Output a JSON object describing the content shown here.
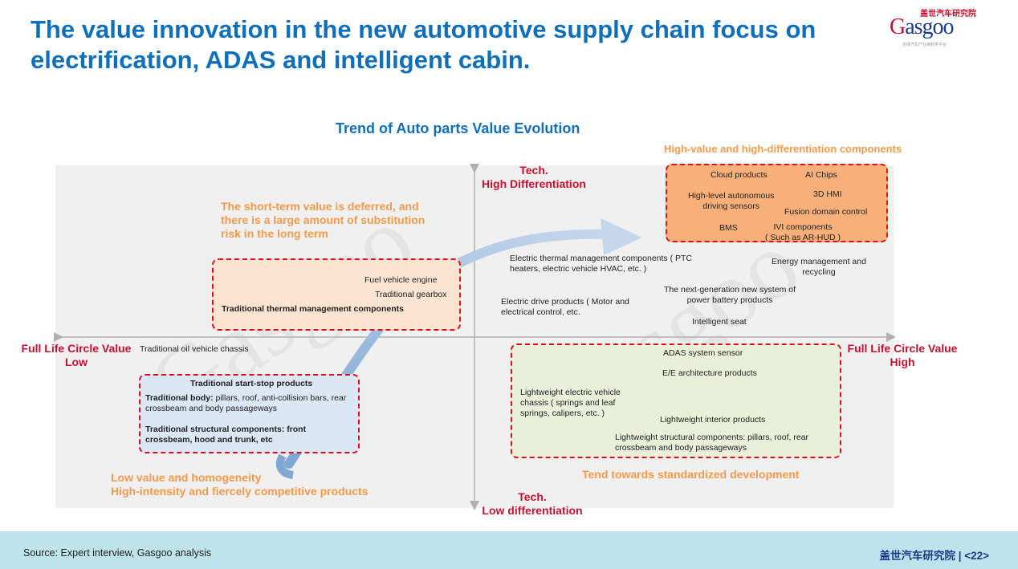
{
  "title": "The value innovation in the new automotive supply chain focus on electrification, ADAS and intelligent cabin.",
  "logo": {
    "cn": "盖世汽车研究院",
    "en_prefix": "G",
    "en_rest": "asgoo",
    "tagline": "全球汽车产业链服务平台"
  },
  "diagram": {
    "title": "Trend of Auto parts Value Evolution",
    "axes": {
      "y_top_line1": "Tech.",
      "y_top_line2": "High Differentiation",
      "y_bottom_line1": "Tech.",
      "y_bottom_line2": "Low differentiation",
      "x_left_line1": "Full Life Circle Value",
      "x_left_line2": "Low",
      "x_right_line1": "Full Life Circle Value",
      "x_right_line2": "High"
    },
    "quadrant_labels": {
      "top_right": "High-value and high-differentiation components",
      "top_left_line1": "The short-term value is deferred, and",
      "top_left_line2": "there is a large amount of substitution",
      "top_left_line3": "risk in the long term",
      "bottom_left_line1": "Low value and homogeneity",
      "bottom_left_line2": "High-intensity and fiercely competitive products",
      "bottom_right": "Tend towards standardized development"
    },
    "top_right_box": {
      "cloud": "Cloud products",
      "ai": "AI Chips",
      "autonomous_line1": "High-level autonomous",
      "autonomous_line2": "driving sensors",
      "hmi": "3D HMI",
      "fusion": "Fusion domain control",
      "bms": "BMS",
      "ivi_line1": "IVI components",
      "ivi_line2": "( Such as AR-HUD )"
    },
    "top_right_free": {
      "thermal_line1": "Electric thermal management components ( PTC",
      "thermal_line2": "heaters, electric vehicle HVAC, etc. )",
      "energy_line1": "Energy management and",
      "energy_line2": "recycling",
      "battery_line1": "The next-generation new system of",
      "battery_line2": "power battery products",
      "drive_line1": "Electric drive products ( Motor and",
      "drive_line2": "electrical control, etc.",
      "seat": "Intelligent seat"
    },
    "top_left_box": {
      "engine": "Fuel vehicle engine",
      "gearbox": "Traditional gearbox",
      "thermal": "Traditional thermal management components"
    },
    "left_free": {
      "chassis": "Traditional oil vehicle chassis"
    },
    "bottom_left_box": {
      "startstop": "Traditional start-stop products",
      "body_bold": "Traditional body:",
      "body_rest": " pillars, roof, anti-collision bars, rear",
      "body_line2": "crossbeam and body passageways",
      "struct_line1": "Traditional structural components: front",
      "struct_line2": "crossbeam, hood and trunk, etc"
    },
    "bottom_right_box": {
      "adas": "ADAS system sensor",
      "ee": "E/E architecture products",
      "lw_chassis_line1": "Lightweight electric vehicle",
      "lw_chassis_line2": "chassis ( springs and leaf",
      "lw_chassis_line3": "springs, calipers, etc. )",
      "lw_interior": "Lightweight interior products",
      "lw_struct_line1": "Lightweight structural components: pillars, roof, rear",
      "lw_struct_line2": "crossbeam and body passageways"
    }
  },
  "footer": {
    "source": "Source: Expert interview, Gasgoo analysis",
    "page": "盖世汽车研究院 | <22>"
  },
  "colors": {
    "title_blue": "#0f6fba",
    "axis_red": "#c8102e",
    "label_orange": "#f39a4a",
    "box_red": "#d7111a",
    "tr_fill": "#f8b07a",
    "tl_fill": "#fbe4d2",
    "bl_fill": "#dbe7f5",
    "br_fill": "#e8f0da",
    "footer_bg": "#bfe3ea"
  }
}
